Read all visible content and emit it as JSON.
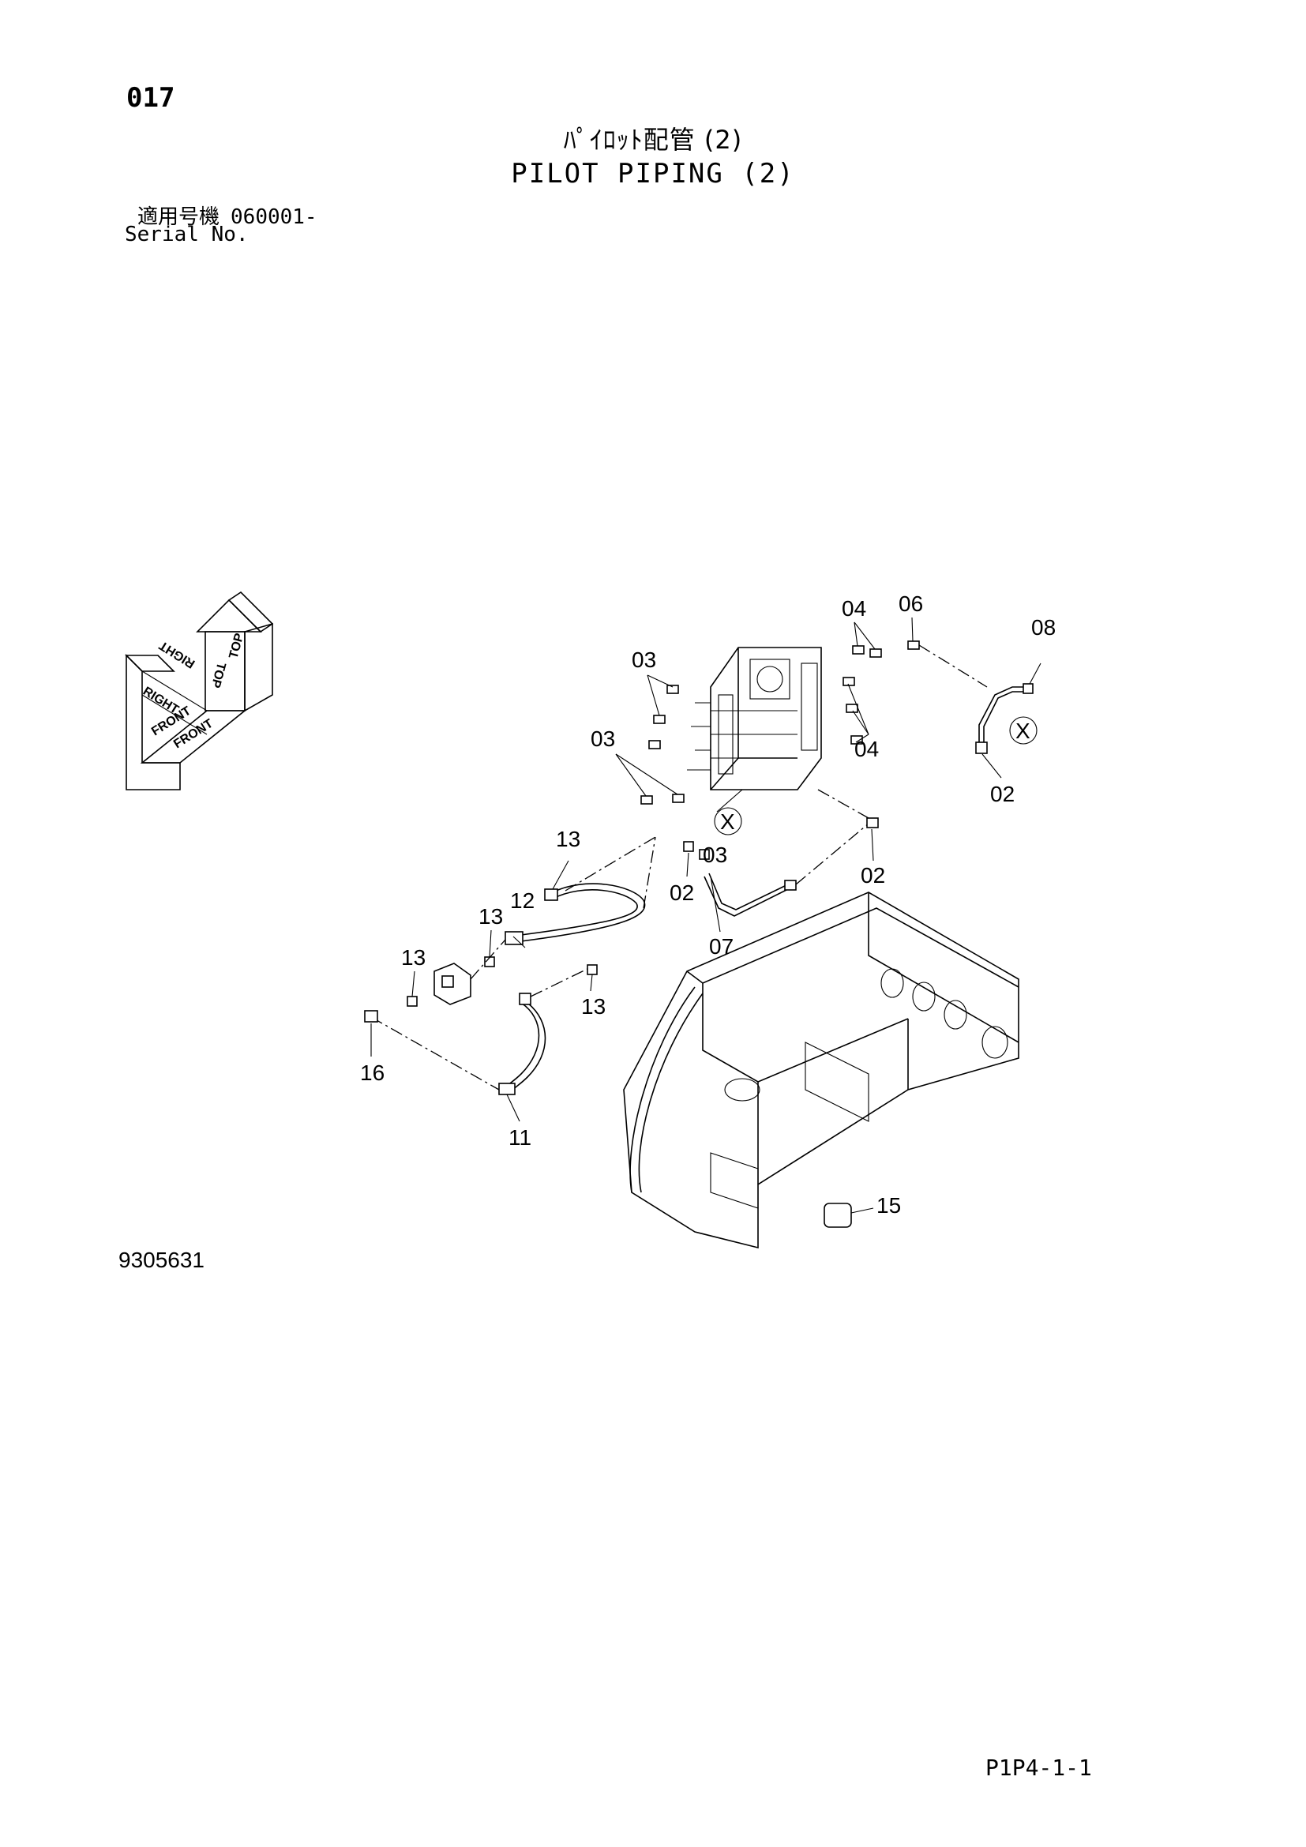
{
  "header": {
    "page_number": "017",
    "title_jp": "ﾊﾟｲﾛｯﾄ配管 (2)",
    "title_en": "PILOT PIPING (2)",
    "serial_label_jp": "適用号機",
    "serial_value": "060001-",
    "serial_label_en": "Serial No."
  },
  "orientation": {
    "top": "TOP",
    "right": "RIGHT",
    "front": "FRONT"
  },
  "callouts": {
    "c02_right": "02",
    "c02_mid_left": "02",
    "c02_mid_right": "02",
    "c03_top": "03",
    "c03_left": "03",
    "c03_mid": "03",
    "c04_top": "04",
    "c04_right": "04",
    "c06": "06",
    "c07": "07",
    "c08": "08",
    "c11": "11",
    "c12": "12",
    "c13_a": "13",
    "c13_b": "13",
    "c13_c": "13",
    "c13_d": "13",
    "c15": "15",
    "c16": "16",
    "x_mark_1": "X",
    "x_mark_2": "X"
  },
  "footer": {
    "figure_id": "9305631",
    "sheet_ref": "P1P4-1-1"
  }
}
